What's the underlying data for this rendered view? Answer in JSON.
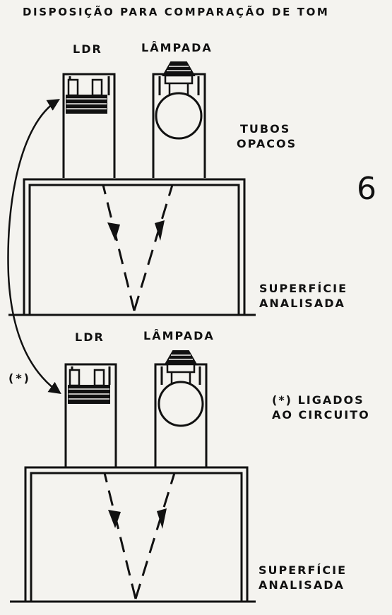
{
  "title": "DISPOSIÇÃO PARA COMPARAÇÃO DE TOM",
  "figure_number": "6",
  "top_panel": {
    "ldr_label": "LDR",
    "lamp_label": "LÂMPADA",
    "tubes_label_line1": "TUBOS",
    "tubes_label_line2": "OPACOS",
    "surface_label_line1": "SUPERFÍCIE",
    "surface_label_line2": "ANALISADA"
  },
  "bottom_panel": {
    "ldr_label": "LDR",
    "lamp_label": "LÂMPADA",
    "surface_label_line1": "SUPERFÍCIE",
    "surface_label_line2": "ANALISADA"
  },
  "link_marker": "(*)",
  "note_line1": "(*) LIGADOS",
  "note_line2": "AO CIRCUITO",
  "colors": {
    "ink": "#111111",
    "paper": "#f4f3ef"
  }
}
